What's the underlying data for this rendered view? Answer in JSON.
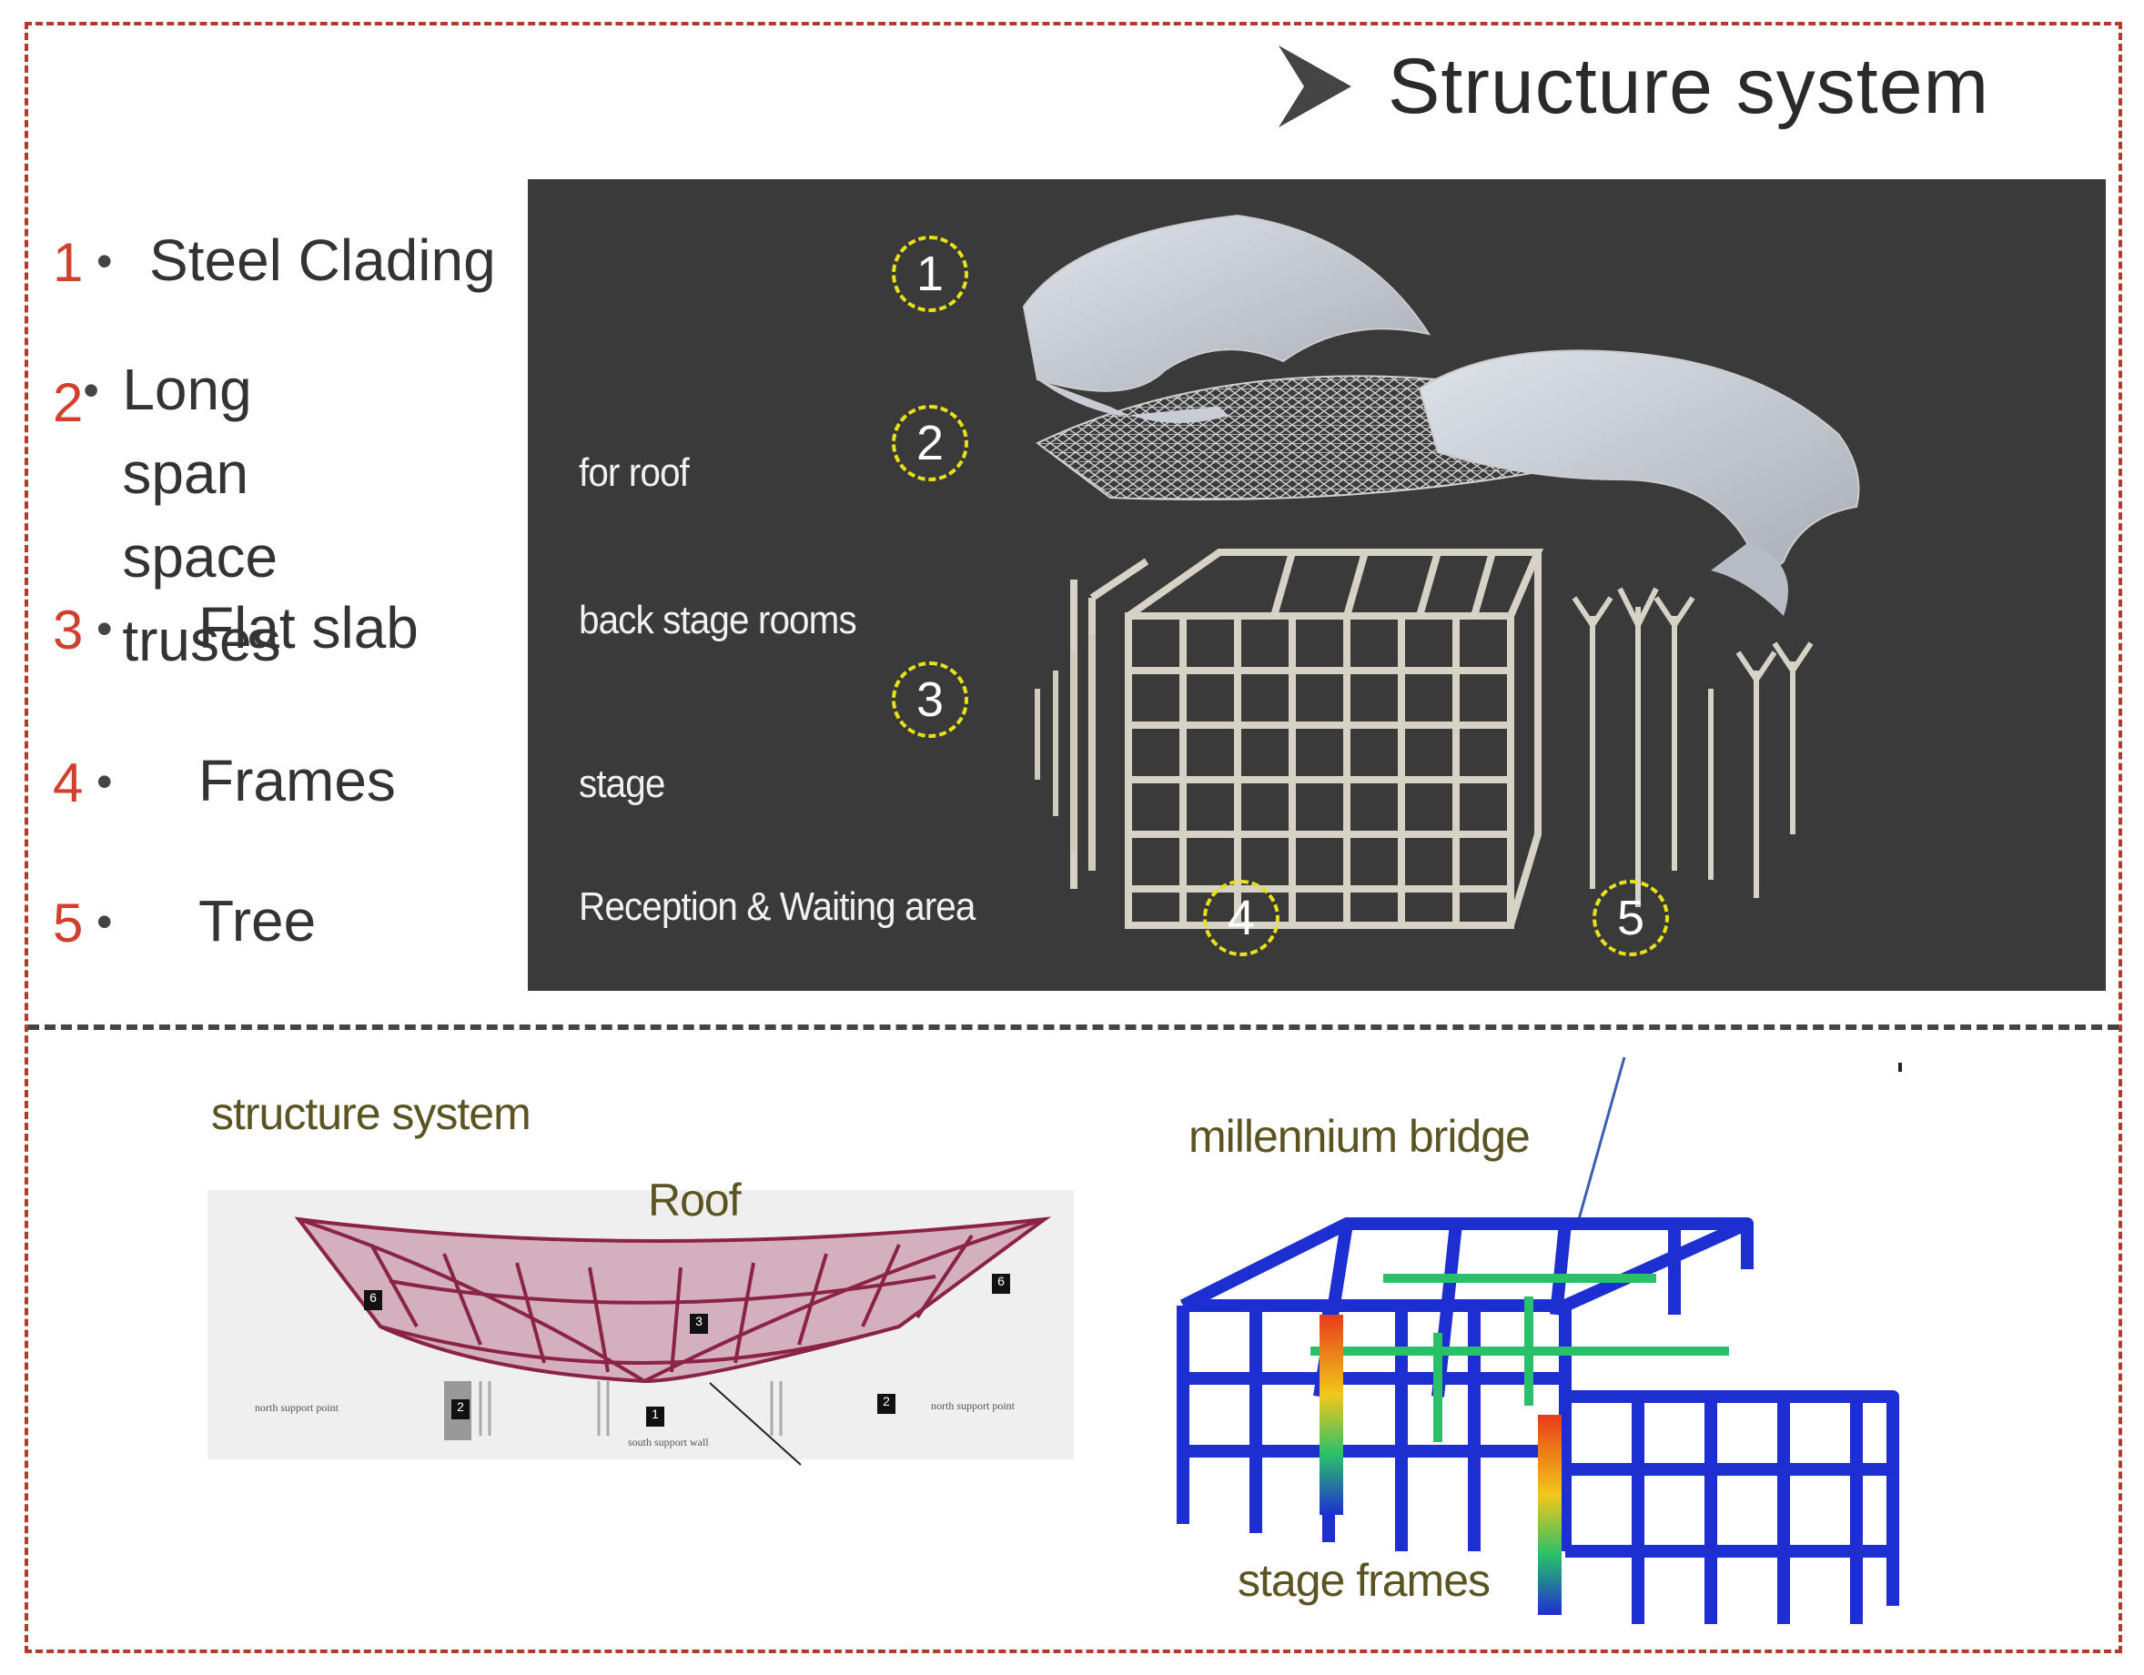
{
  "title": "Structure system",
  "legend": [
    {
      "number": "1",
      "label": "Steel Clading"
    },
    {
      "number": "2",
      "label": "Long span\nspace truses"
    },
    {
      "number": "3",
      "label": "Flat slab"
    },
    {
      "number": "4",
      "label": "Frames"
    },
    {
      "number": "5",
      "label": "Tree"
    }
  ],
  "render_labels": {
    "for_roof": "for roof",
    "back_stage": "back stage rooms",
    "stage": "stage",
    "reception": "Reception & Waiting area"
  },
  "markers": [
    "1",
    "2",
    "3",
    "4",
    "5"
  ],
  "roof_labels": {
    "north_left": "north support point",
    "north_right": "north support point",
    "south": "south support wall",
    "tags": [
      "6",
      "3",
      "6",
      "2",
      "1",
      "2"
    ]
  },
  "bottom": {
    "structure_system": "structure system",
    "roof": "Roof",
    "millennium_bridge": "millennium bridge",
    "stage_frames": "stage frames"
  },
  "colors": {
    "frame_border": "#b33a2a",
    "legend_number": "#d0402c",
    "marker": "#e8e11a",
    "panel_bg": "#3a3a3a",
    "roof_truss": "#8b2346",
    "frame_beams": "#1d2fd0"
  }
}
